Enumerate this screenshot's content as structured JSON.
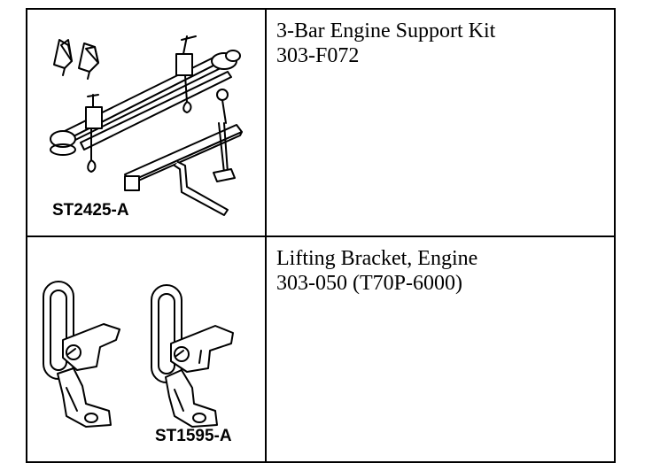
{
  "rows": [
    {
      "figure_code": "ST2425-A",
      "tool_name": "3-Bar Engine Support Kit",
      "tool_number": "303-F072",
      "illustration_icon": "engine-support-kit-illustration"
    },
    {
      "figure_code": "ST1595-A",
      "tool_name": "Lifting Bracket, Engine",
      "tool_number": "303-050 (T70P-6000)",
      "illustration_icon": "lifting-bracket-illustration"
    }
  ],
  "colors": {
    "line": "#000000",
    "background": "#ffffff"
  }
}
